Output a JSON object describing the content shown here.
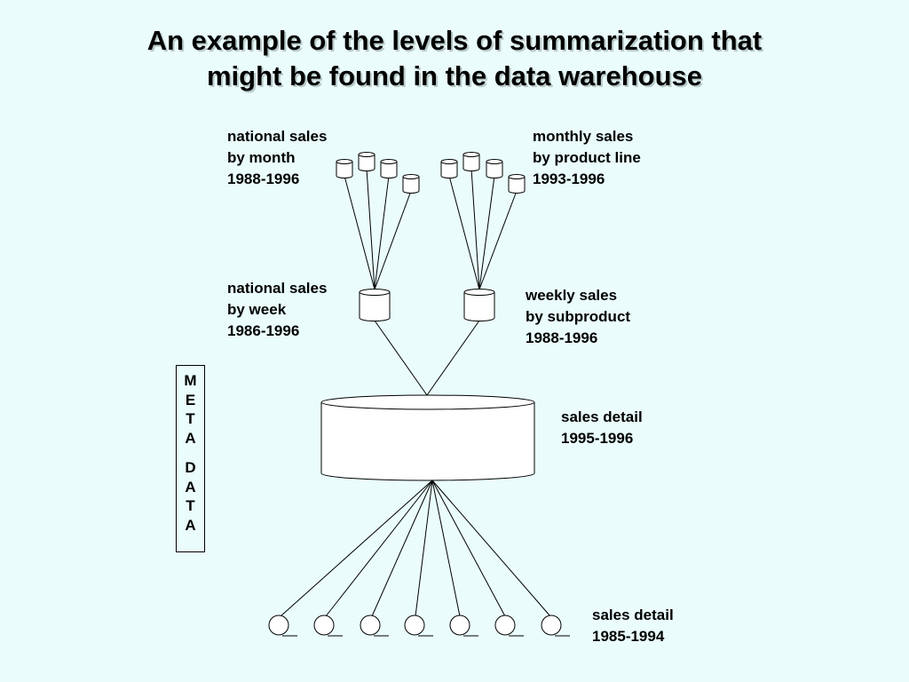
{
  "title": {
    "line1": "An example of the levels of summarization that",
    "line2": "might be found in the data warehouse"
  },
  "labels": {
    "national_month": [
      "national sales",
      "by month",
      "1988-1996"
    ],
    "monthly_product": [
      "monthly sales",
      "by product line",
      "1993-1996"
    ],
    "national_week": [
      "national sales",
      "by week",
      "1986-1996"
    ],
    "weekly_subproduct": [
      "weekly sales",
      "by subproduct",
      "1988-1996"
    ],
    "sales_detail_current": [
      "sales detail",
      "1995-1996"
    ],
    "sales_detail_archive": [
      "sales detail",
      "1985-1994"
    ]
  },
  "metadata_box": {
    "letters_top": [
      "M",
      "E",
      "T",
      "A"
    ],
    "letters_bottom": [
      "D",
      "A",
      "T",
      "A"
    ]
  }
}
